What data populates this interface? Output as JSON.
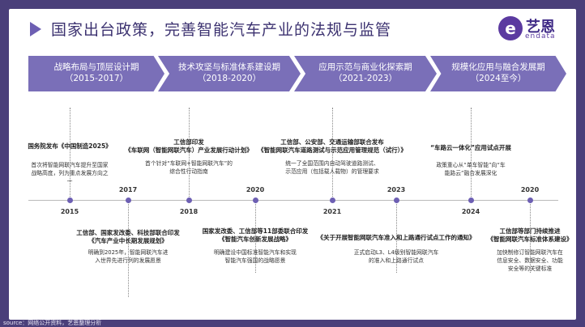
{
  "header": {
    "title": "国家出台政策，完善智能汽车产业的法规与监管",
    "logo_mark": "e",
    "logo_cn": "艺恩",
    "logo_en": "endata"
  },
  "phases": [
    {
      "name": "战略布局与顶层设计期",
      "years": "（2015-2017）"
    },
    {
      "name": "技术攻坚与标准体系建设期",
      "years": "（2018-2020）"
    },
    {
      "name": "应用示范与商业化探索期",
      "years": "（2021-2023）"
    },
    {
      "name": "规模化应用与融合发展期",
      "years": "（2024至今）"
    }
  ],
  "years": [
    "2015",
    "2017",
    "2018",
    "2020",
    "2021",
    "2023",
    "2024",
    "2020"
  ],
  "events": [
    {
      "title": "国务院发布《中国制造2025》",
      "desc": "首次将智能网联汽车提升至国家战略高度，列为重点发展方向之一"
    },
    {
      "title": "工信部、国家发改委、科技部联合印发\n《汽车产业中长期发展规划》",
      "desc": "明确到2025年，智能网联汽车进入世界先进行列的发展愿景"
    },
    {
      "title": "工信部印发\n《车联网（智能网联汽车）产业发展行动计划》",
      "desc": "首个针对“车联网+智能网联汽车”的综合性行动指南"
    },
    {
      "title": "国家发改委、工信部等11部委联合印发\n《智能汽车创新发展战略》",
      "desc": "明确建设中国标准智能汽车和实现智能汽车强国的战略愿景"
    },
    {
      "title": "工信部、公安部、交通运输部联合发布\n《智能网联汽车道路测试与示范应用管理规范（试行）》",
      "desc": "统一了全国范围内自动驾驶道路测试、示范应用（包括载人载物）的管理要求"
    },
    {
      "title": "《关于开展智能网联汽车准入和上路通行试点工作的通知》",
      "desc": "正式启动L3、L4级别智能网联汽车的准入和上路通行试点"
    },
    {
      "title": "“车路云一体化”应用试点开展",
      "desc": "政策重心从“单车智能”向“车能路云”融合发展深化"
    },
    {
      "title": "工信部等部门持续推进\n《智能网联汽车标准体系建设》",
      "desc": "加快制修订智能网联汽车在信息安全、数据安全、功能安全等的关键标准"
    }
  ],
  "source": "source：网络公开资料，艺恩整理分析"
}
